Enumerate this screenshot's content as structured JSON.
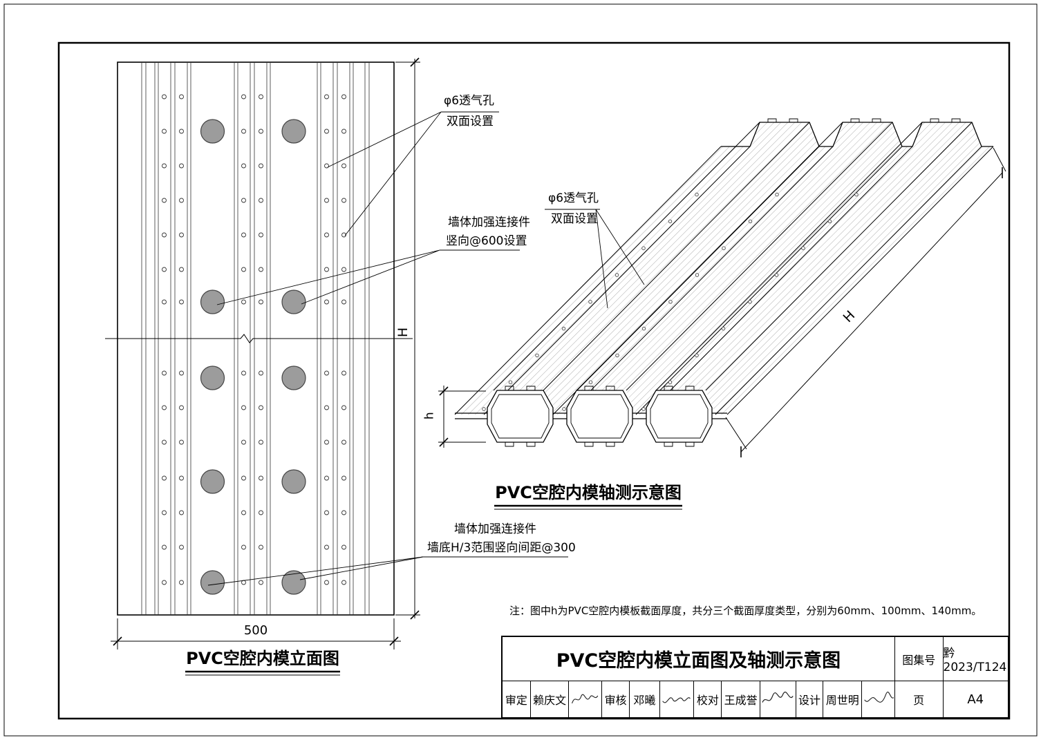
{
  "colors": {
    "line": "#000000",
    "connector_fill": "#9c9c9c"
  },
  "elevation": {
    "title": "PVC空腔内模立面图",
    "dim_width": "500",
    "dim_height": "H",
    "annotations": {
      "vent": {
        "line1": "φ6透气孔",
        "line2": "双面设置"
      },
      "connector_mid": {
        "line1": "墙体加强连接件",
        "line2": "竖向@600设置"
      },
      "connector_bottom": {
        "line1": "墙体加强连接件",
        "line2": "墙底H/3范围竖向间距@300"
      }
    }
  },
  "axonometric": {
    "title": "PVC空腔内模轴测示意图",
    "dim_thickness": "h",
    "dim_length": "H",
    "annotations": {
      "vent": {
        "line1": "φ6透气孔",
        "line2": "双面设置"
      }
    }
  },
  "note": "注：图中h为PVC空腔内模板截面厚度，共分三个截面厚度类型，分别为60mm、100mm、140mm。",
  "titleblock": {
    "drawing_title": "PVC空腔内模立面图及轴测示意图",
    "atlas_label": "图集号",
    "atlas_number": "黔2023/T124",
    "page_label": "页",
    "page_number": "A4",
    "roles": [
      {
        "label": "审定",
        "name": "赖庆文"
      },
      {
        "label": "审核",
        "name": "邓曦"
      },
      {
        "label": "校对",
        "name": "王成誉"
      },
      {
        "label": "设计",
        "name": "周世明"
      }
    ]
  }
}
